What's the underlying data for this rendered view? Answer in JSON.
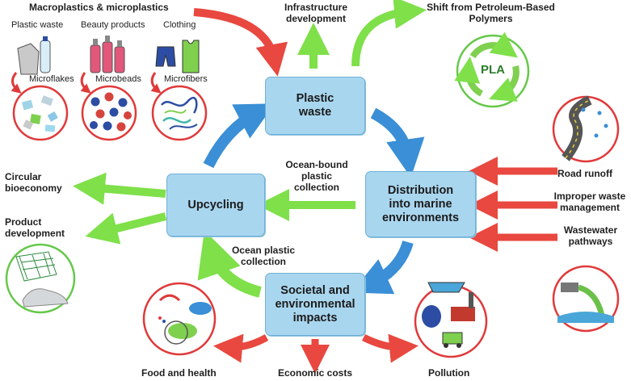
{
  "boxes": {
    "plastic_waste": "Plastic\nwaste",
    "distribution": "Distribution\ninto marine\nenvironments",
    "societal": "Societal and\nenvironmental\nimpacts",
    "upcycling": "Upcycling"
  },
  "sources": {
    "title": "Macroplastics & microplastics",
    "plastic_waste": "Plastic waste",
    "beauty_products": "Beauty products",
    "clothing": "Clothing",
    "microflakes": "Microflakes",
    "microbeads": "Microbeads",
    "microfibers": "Microfibers"
  },
  "top": {
    "infrastructure": "Infrastructure\ndevelopment",
    "shift": "Shift from Petroleum-Based\nPolymers",
    "pla": "PLA"
  },
  "right_inputs": {
    "road_runoff": "Road runoff",
    "improper": "Improper waste\nmanagement",
    "wastewater": "Wastewater\npathways"
  },
  "middle": {
    "ocean_bound": "Ocean-bound\nplastic\ncollection",
    "ocean_plastic": "Ocean plastic\ncollection"
  },
  "left_outputs": {
    "circular": "Circular\nbioeconomy",
    "product": "Product\ndevelopment"
  },
  "impacts": {
    "food": "Food and health",
    "economic": "Economic costs",
    "pollution": "Pollution"
  },
  "colors": {
    "box_fill": "#a9d6ef",
    "blue_arrow": "#3a8fd6",
    "green_arrow": "#7fe04a",
    "red_arrow": "#e8483f",
    "circle_red": "#e0393a",
    "circle_green": "#66c84a"
  }
}
